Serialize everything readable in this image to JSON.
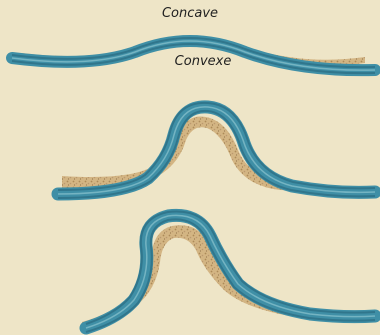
{
  "labels": {
    "concave": "Concave",
    "convexe": "Convexe"
  },
  "colors": {
    "background": "#eee5c7",
    "river": "#3f8fa6",
    "river_dark": "#2d6f86",
    "river_light": "#8cc3cf",
    "sand": "#c9a772",
    "sand_dot": "#a98552"
  },
  "stages": [
    "gentle-bend",
    "medium-bend",
    "tight-bend"
  ]
}
